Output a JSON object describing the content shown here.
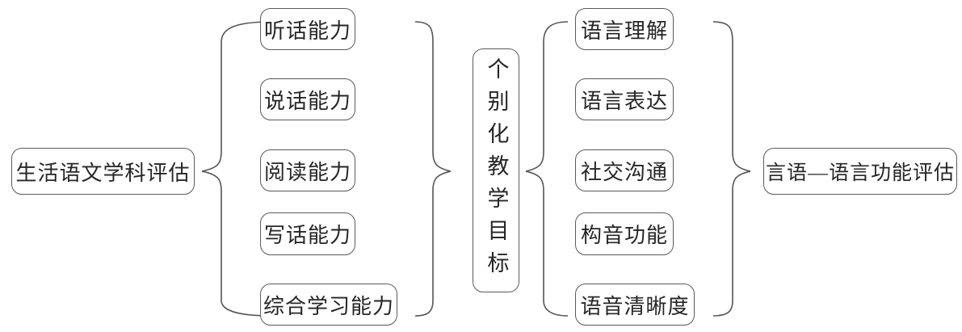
{
  "diagram": {
    "left_root": {
      "label": "生活语文学科评估"
    },
    "left_branches": [
      {
        "label": "听话能力"
      },
      {
        "label": "说话能力"
      },
      {
        "label": "阅读能力"
      },
      {
        "label": "写话能力"
      },
      {
        "label": "综合学习能力"
      }
    ],
    "center": {
      "label": "个别化教学目标"
    },
    "right_branches": [
      {
        "label": "语言理解"
      },
      {
        "label": "语言表达"
      },
      {
        "label": "社交沟通"
      },
      {
        "label": "构音功能"
      },
      {
        "label": "语音清晰度"
      }
    ],
    "right_root": {
      "label": "言语—语言功能评估"
    },
    "colors": {
      "background": "#ffffff",
      "box_border": "#5a5a5a",
      "brace_stroke": "#555555",
      "text": "#262626"
    }
  }
}
